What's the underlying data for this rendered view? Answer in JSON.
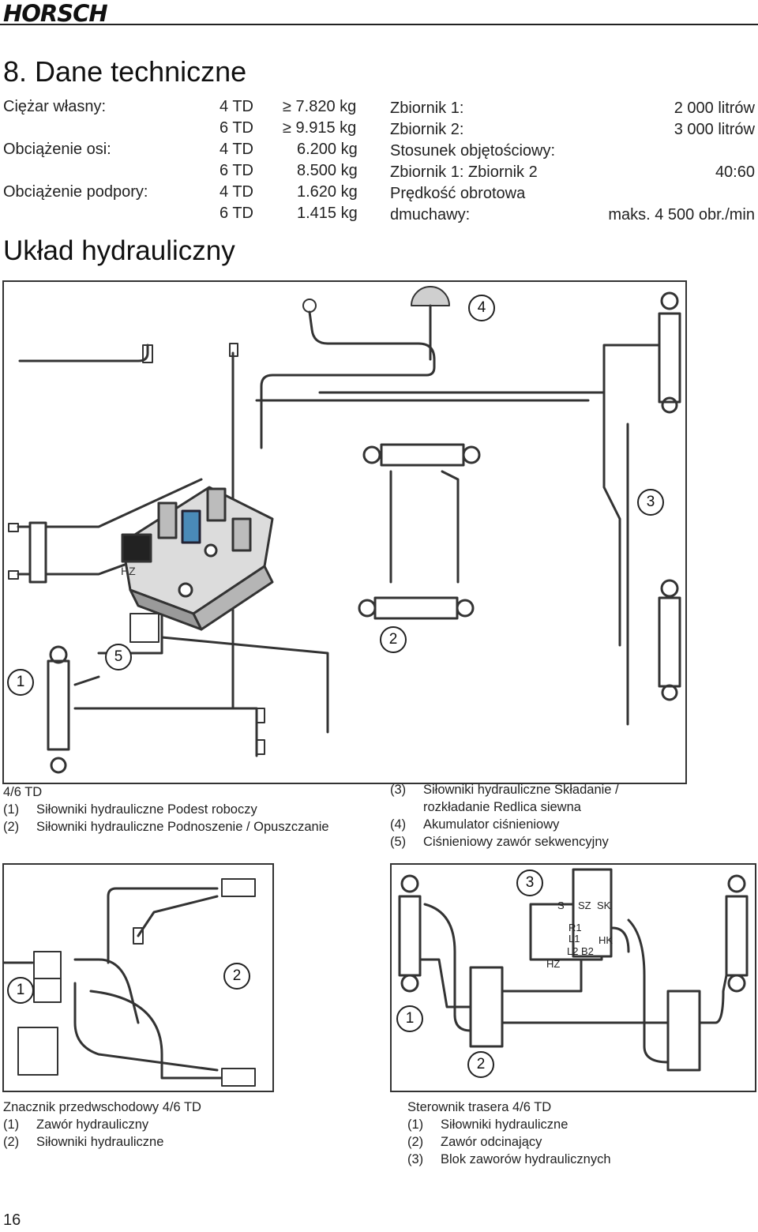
{
  "header": {
    "logo": "HORSCH"
  },
  "section_title": "8. Dane techniczne",
  "specs_left": [
    {
      "label": "Ciężar własny:",
      "model": "4 TD",
      "value": "≥ 7.820 kg"
    },
    {
      "label": "",
      "model": "6 TD",
      "value": "≥ 9.915 kg"
    },
    {
      "label": "Obciążenie osi:",
      "model": "4 TD",
      "value": "6.200 kg"
    },
    {
      "label": "",
      "model": "6 TD",
      "value": "8.500 kg"
    },
    {
      "label": "Obciążenie podpory:",
      "model": "4 TD",
      "value": "1.620 kg"
    },
    {
      "label": "",
      "model": "6 TD",
      "value": "1.415 kg"
    }
  ],
  "specs_right": [
    {
      "label": "Zbiornik 1:",
      "value": "2 000 litrów"
    },
    {
      "label": "Zbiornik 2:",
      "value": "3 000 litrów"
    },
    {
      "label": "Stosunek objętościowy:",
      "value": ""
    },
    {
      "label": "Zbiornik 1: Zbiornik 2",
      "value": "40:60"
    },
    {
      "label": "Prędkość obrotowa",
      "value": ""
    },
    {
      "label": "dmuchawy:",
      "value": "maks. 4 500 obr./min"
    }
  ],
  "subsection_title": "Układ hydrauliczny",
  "main_diagram": {
    "badges": [
      "1",
      "2",
      "3",
      "4",
      "5"
    ],
    "labels": {
      "hz": "HZ"
    }
  },
  "main_caption_left": {
    "model": "4/6 TD",
    "items": [
      {
        "num": "(1)",
        "text": "Siłowniki hydrauliczne Podest roboczy"
      },
      {
        "num": "(2)",
        "text": "Siłowniki hydrauliczne Podnoszenie / Opuszczanie"
      }
    ]
  },
  "main_caption_right": {
    "items": [
      {
        "num": "(3)",
        "text": "Siłowniki hydrauliczne Składanie /"
      },
      {
        "num": "",
        "text": "rozkładanie Redlica siewna"
      },
      {
        "num": "(4)",
        "text": "Akumulator ciśnieniowy"
      },
      {
        "num": "(5)",
        "text": "Ciśnieniowy zawór sekwencyjny"
      }
    ]
  },
  "diagram_left": {
    "badges": [
      "1",
      "2"
    ]
  },
  "diagram_right": {
    "badges": [
      "1",
      "2",
      "3"
    ],
    "labels": [
      "S",
      "SZ",
      "SK",
      "R1",
      "L1",
      "L2",
      "B2",
      "HK",
      "HZ"
    ]
  },
  "caption_left": {
    "title": "Znacznik przedwschodowy 4/6 TD",
    "items": [
      {
        "num": "(1)",
        "text": "Zawór hydrauliczny"
      },
      {
        "num": "(2)",
        "text": "Siłowniki hydrauliczne"
      }
    ]
  },
  "caption_right": {
    "title": "Sterownik trasera 4/6 TD",
    "items": [
      {
        "num": "(1)",
        "text": "Siłowniki hydrauliczne"
      },
      {
        "num": "(2)",
        "text": "Zawór odcinający"
      },
      {
        "num": "(3)",
        "text": "Blok zaworów hydraulicznych"
      }
    ]
  },
  "page_number": "16"
}
